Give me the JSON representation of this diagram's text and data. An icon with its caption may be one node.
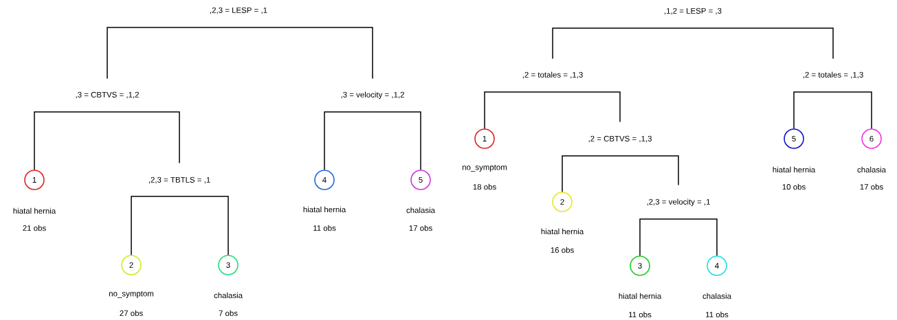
{
  "diagram": {
    "nodes": [
      {
        "text": [
          ",2,3 = LESP = ,1"
        ]
      },
      {
        "text": [
          ",3 = CBTVS = ,1,2"
        ]
      },
      {
        "text": [
          "1"
        ],
        "beside": [
          "hiatal hernia",
          "21 obs"
        ]
      },
      {
        "text": [
          ",2,3 = TBTLS = ,1"
        ]
      },
      {
        "text": [
          "2"
        ],
        "beside": [
          "no_symptom",
          "27 obs"
        ]
      },
      {
        "text": [
          "3"
        ],
        "beside": [
          "chalasia",
          "7 obs"
        ]
      },
      {
        "text": [
          ",3 = velocity = ,1,2"
        ]
      },
      {
        "text": [
          "4"
        ],
        "beside": [
          "hiatal hernia",
          "11 obs"
        ]
      },
      {
        "text": [
          "5"
        ],
        "beside": [
          "chalasia",
          "17 obs"
        ]
      },
      {
        "text": [
          ",1,2 = LESP = ,3"
        ]
      },
      {
        "text": [
          ",2 = totales = ,1,3"
        ]
      },
      {
        "text": [
          "1"
        ],
        "beside": [
          "no_symptom",
          "18 obs"
        ]
      },
      {
        "text": [
          ",2 = CBTVS = ,1,3"
        ]
      },
      {
        "text": [
          "2"
        ],
        "beside": [
          "hiatal hernia",
          "16 obs"
        ]
      },
      {
        "text": [
          ",2,3 = velocity = ,1"
        ]
      },
      {
        "text": [
          "3"
        ],
        "beside": [
          "hiatal hernia",
          "11 obs"
        ]
      },
      {
        "text": [
          "4"
        ],
        "beside": [
          "chalasia",
          "11 obs"
        ]
      },
      {
        "text": [
          ",2 = totales = ,1,3"
        ]
      },
      {
        "text": [
          "5"
        ],
        "beside": [
          "hiatal hernia",
          "10 obs"
        ]
      },
      {
        "text": [
          "6"
        ],
        "beside": [
          "chalasia",
          "17 obs"
        ]
      }
    ],
    "edges": [
      {
        "from": 0,
        "to": 1,
        "arrow": "none"
      },
      {
        "from": 0,
        "to": 6,
        "arrow": "none"
      },
      {
        "from": 1,
        "to": 2,
        "arrow": "none"
      },
      {
        "from": 1,
        "to": 3,
        "arrow": "none"
      },
      {
        "from": 3,
        "to": 4,
        "arrow": "none"
      },
      {
        "from": 3,
        "to": 5,
        "arrow": "none"
      },
      {
        "from": 6,
        "to": 7,
        "arrow": "none"
      },
      {
        "from": 6,
        "to": 8,
        "arrow": "none"
      },
      {
        "from": 9,
        "to": 10,
        "arrow": "none"
      },
      {
        "from": 9,
        "to": 17,
        "arrow": "none"
      },
      {
        "from": 10,
        "to": 11,
        "arrow": "none"
      },
      {
        "from": 10,
        "to": 12,
        "arrow": "none"
      },
      {
        "from": 12,
        "to": 13,
        "arrow": "none"
      },
      {
        "from": 12,
        "to": 14,
        "arrow": "none"
      },
      {
        "from": 14,
        "to": 15,
        "arrow": "none"
      },
      {
        "from": 14,
        "to": 16,
        "arrow": "none"
      },
      {
        "from": 17,
        "to": 18,
        "arrow": "none"
      },
      {
        "from": 17,
        "to": 19,
        "arrow": "none"
      }
    ]
  }
}
